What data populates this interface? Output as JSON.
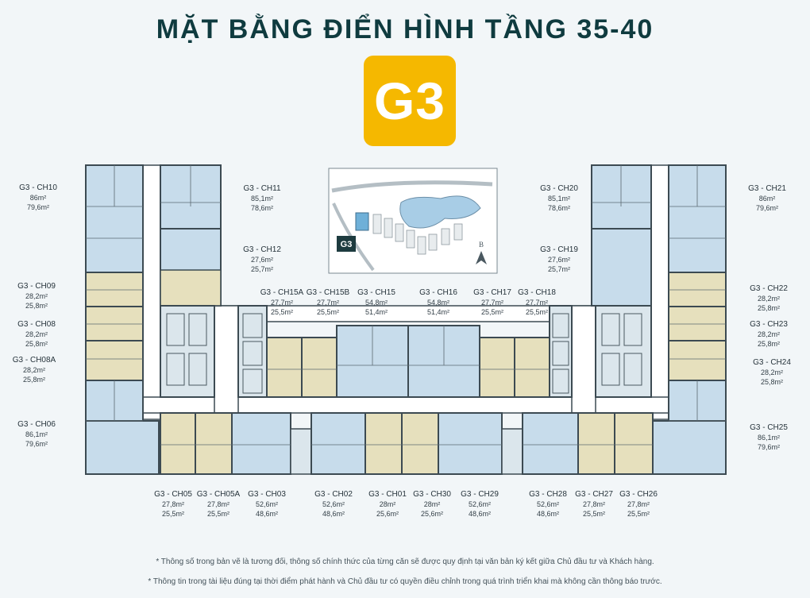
{
  "title": "MẶT BẰNG ĐIỂN HÌNH TẦNG 35-40",
  "badge": "G3",
  "minimap_label": "G3",
  "compass_label": "B",
  "colors": {
    "blue_unit": "#c7dceb",
    "yellow_unit": "#e6e0bd",
    "corridor": "#ffffff",
    "wall": "#3c4a52",
    "badge": "#f5b800",
    "title": "#0f3b3f"
  },
  "units": [
    {
      "code": "G3 - CH10",
      "a1": "86m²",
      "a2": "79,6m²"
    },
    {
      "code": "G3 - CH11",
      "a1": "85,1m²",
      "a2": "78,6m²"
    },
    {
      "code": "G3 - CH12",
      "a1": "27,6m²",
      "a2": "25,7m²"
    },
    {
      "code": "G3 - CH09",
      "a1": "28,2m²",
      "a2": "25,8m²"
    },
    {
      "code": "G3 - CH08",
      "a1": "28,2m²",
      "a2": "25,8m²"
    },
    {
      "code": "G3 - CH08A",
      "a1": "28,2m²",
      "a2": "25,8m²"
    },
    {
      "code": "G3 - CH06",
      "a1": "86,1m²",
      "a2": "79,6m²"
    },
    {
      "code": "G3 - CH15A",
      "a1": "27,7m²",
      "a2": "25,5m²"
    },
    {
      "code": "G3 - CH15B",
      "a1": "27,7m²",
      "a2": "25,5m²"
    },
    {
      "code": "G3 - CH15",
      "a1": "54,8m²",
      "a2": "51,4m²"
    },
    {
      "code": "G3 - CH16",
      "a1": "54,8m²",
      "a2": "51,4m²"
    },
    {
      "code": "G3 - CH17",
      "a1": "27,7m²",
      "a2": "25,5m²"
    },
    {
      "code": "G3 - CH18",
      "a1": "27,7m²",
      "a2": "25,5m²"
    },
    {
      "code": "G3 - CH20",
      "a1": "85,1m²",
      "a2": "78,6m²"
    },
    {
      "code": "G3 - CH21",
      "a1": "86m²",
      "a2": "79,6m²"
    },
    {
      "code": "G3 - CH19",
      "a1": "27,6m²",
      "a2": "25,7m²"
    },
    {
      "code": "G3 - CH22",
      "a1": "28,2m²",
      "a2": "25,8m²"
    },
    {
      "code": "G3 - CH23",
      "a1": "28,2m²",
      "a2": "25,8m²"
    },
    {
      "code": "G3 - CH24",
      "a1": "28,2m²",
      "a2": "25,8m²"
    },
    {
      "code": "G3 - CH25",
      "a1": "86,1m²",
      "a2": "79,6m²"
    },
    {
      "code": "G3 - CH05",
      "a1": "27,8m²",
      "a2": "25,5m²"
    },
    {
      "code": "G3 - CH05A",
      "a1": "27,8m²",
      "a2": "25,5m²"
    },
    {
      "code": "G3 - CH03",
      "a1": "52,6m²",
      "a2": "48,6m²"
    },
    {
      "code": "G3 - CH02",
      "a1": "52,6m²",
      "a2": "48,6m²"
    },
    {
      "code": "G3 - CH01",
      "a1": "28m²",
      "a2": "25,6m²"
    },
    {
      "code": "G3 - CH30",
      "a1": "28m²",
      "a2": "25,6m²"
    },
    {
      "code": "G3 - CH29",
      "a1": "52,6m²",
      "a2": "48,6m²"
    },
    {
      "code": "G3 - CH28",
      "a1": "52,6m²",
      "a2": "48,6m²"
    },
    {
      "code": "G3 - CH27",
      "a1": "27,8m²",
      "a2": "25,5m²"
    },
    {
      "code": "G3 - CH26",
      "a1": "27,8m²",
      "a2": "25,5m²"
    }
  ],
  "notes": [
    "* Thông số trong bản vẽ là tương đối, thông số chính thức của từng căn sẽ được quy định tại văn bản ký kết giữa Chủ đầu tư và Khách hàng.",
    "* Thông tin trong tài liệu đúng tại thời điểm phát hành và Chủ đầu tư có quyền điều chỉnh trong quá trình triển khai mà không cần thông báo trước."
  ]
}
